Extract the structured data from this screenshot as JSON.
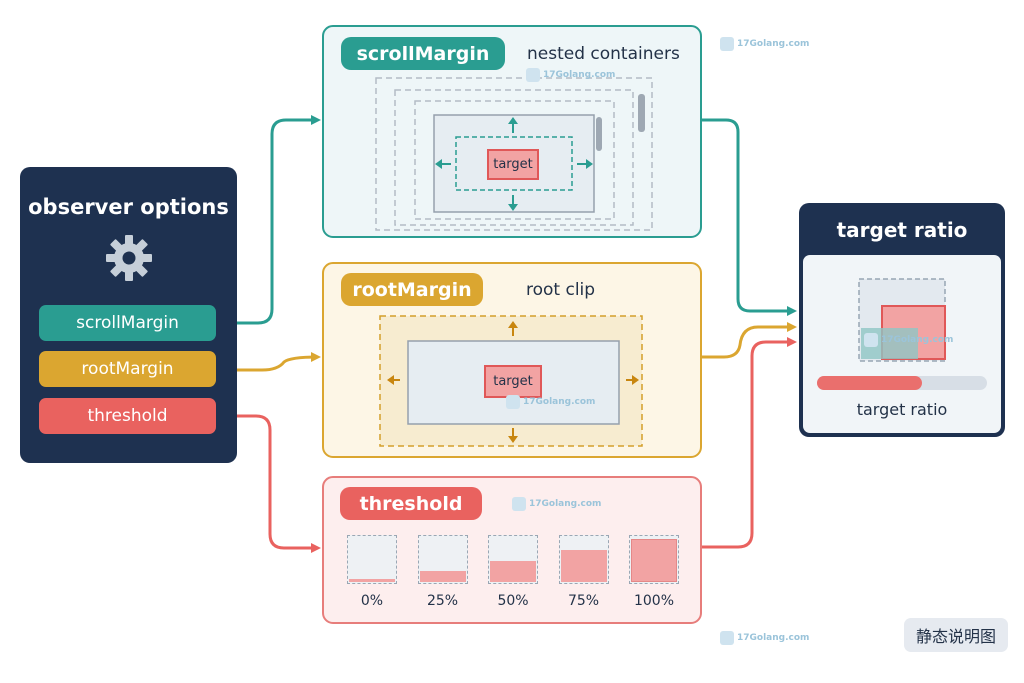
{
  "observer": {
    "title": "observer options",
    "options": [
      "scrollMargin",
      "rootMargin",
      "threshold"
    ]
  },
  "scroll_margin": {
    "tag": "scrollMargin",
    "subtitle": "nested containers",
    "target_label": "target"
  },
  "root_margin": {
    "tag": "rootMargin",
    "subtitle": "root clip",
    "target_label": "target"
  },
  "threshold": {
    "tag": "threshold",
    "levels": [
      {
        "label": "0%",
        "fill": 0.0
      },
      {
        "label": "25%",
        "fill": 0.25
      },
      {
        "label": "50%",
        "fill": 0.5
      },
      {
        "label": "75%",
        "fill": 0.75
      },
      {
        "label": "100%",
        "fill": 1.0
      }
    ]
  },
  "target_ratio": {
    "title": "target ratio",
    "bar_label": "target ratio",
    "ratio": 0.62
  },
  "watermark": "17Golang.com",
  "static_button": "静态说明图",
  "colors": {
    "navy": "#1e3150",
    "teal": "#2a9d91",
    "amber": "#dba630",
    "coral": "#e9625f",
    "pink_fill": "#f2a3a3"
  }
}
